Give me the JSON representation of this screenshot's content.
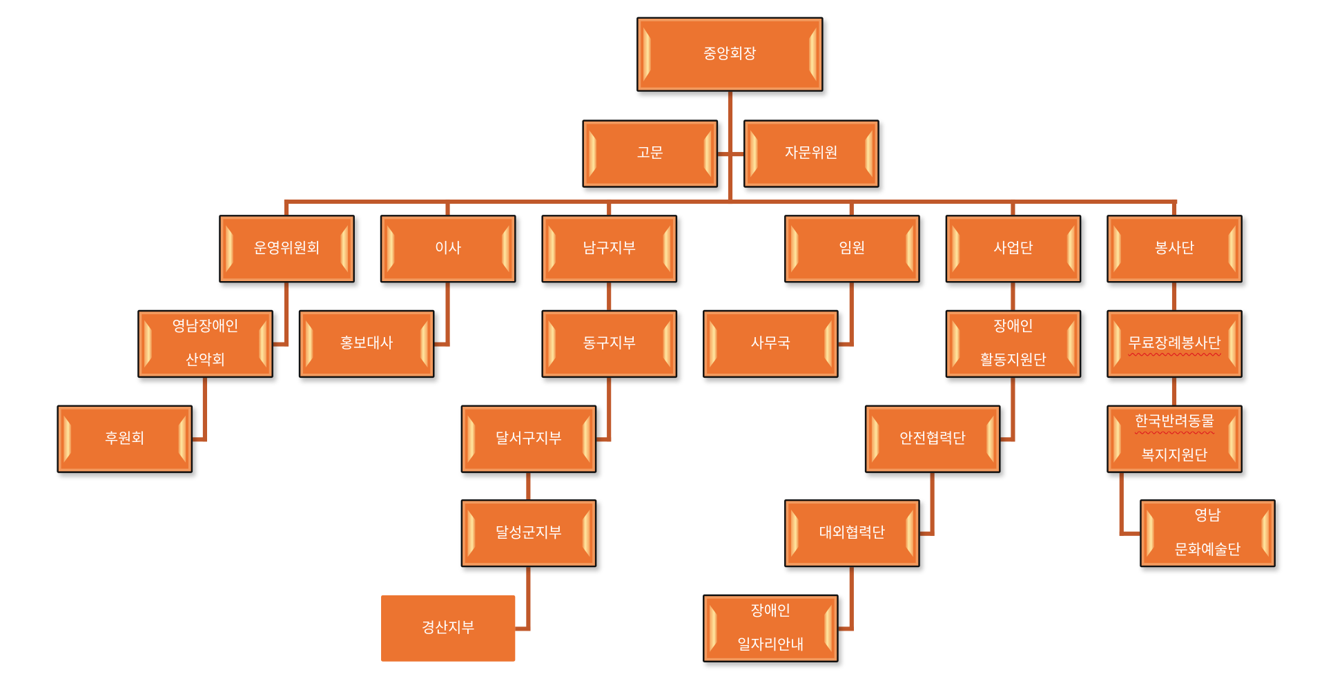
{
  "nodes": {
    "chairman": "중앙회장",
    "advisor": "고문",
    "advisory_committee": "자문위원",
    "steering_committee": "운영위원회",
    "director": "이사",
    "namgu_branch": "남구지부",
    "executive": "임원",
    "business_group": "사업단",
    "volunteer_group": "봉사단",
    "alpine_club": [
      "영남장애인",
      "산악회"
    ],
    "ambassador": "홍보대사",
    "donggu_branch": "동구지부",
    "secretariat": "사무국",
    "activity_support": [
      "장애인",
      "활동지원단"
    ],
    "funeral_volunteer": "무료장례봉사단",
    "supporters": "후원회",
    "dalseogu_branch": "달서구지부",
    "safety_cooperation": "안전협력단",
    "pet_welfare": [
      "한국반려동물",
      "복지지원단"
    ],
    "dalseonggun_branch": "달성군지부",
    "external_cooperation": "대외협력단",
    "culture_arts": [
      "영남",
      "문화예술단"
    ],
    "gyeongsan_branch": "경산지부",
    "job_guide": [
      "장애인",
      "일자리안내"
    ]
  },
  "colors": {
    "box": "#ec7430",
    "connector": "#c0582a"
  }
}
